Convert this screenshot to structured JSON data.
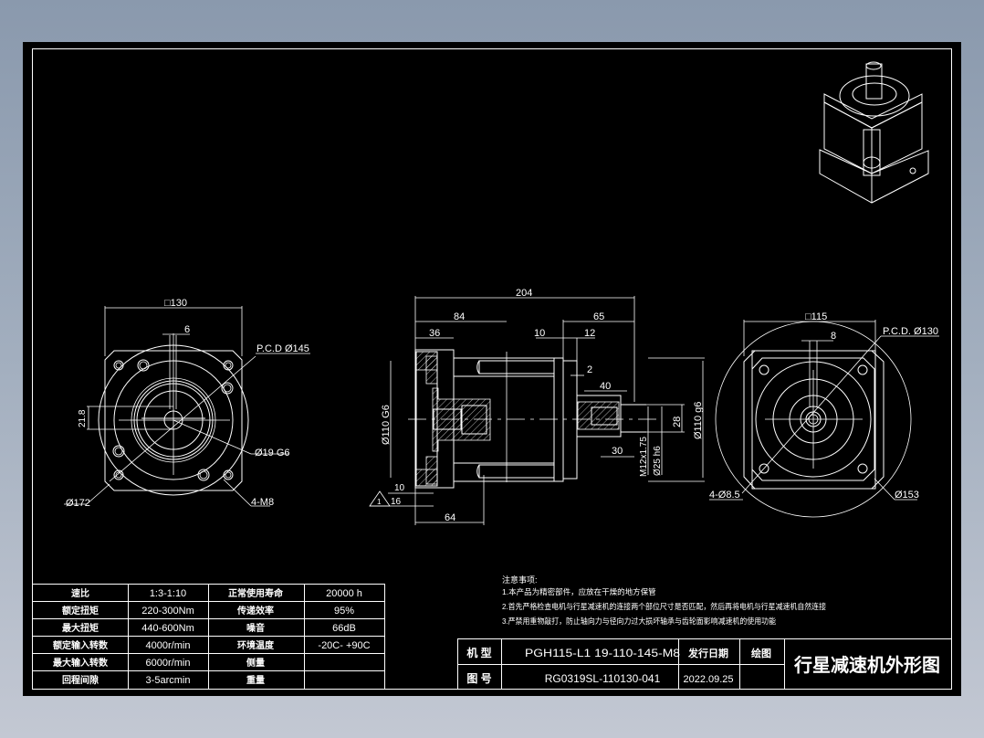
{
  "drawing": {
    "title": "行星减速机外形图",
    "colors": {
      "background": "#000000",
      "line": "#ffffff",
      "canvas_top": "#8a99ad",
      "canvas_bottom": "#c3c8d3"
    },
    "front_view_left": {
      "square": "□130",
      "key_width": "6",
      "pcd": "P.C.D  Ø145",
      "bore": "Ø19 G6",
      "shaft_height": "21.8",
      "outer_dia": "Ø172",
      "holes": "4-M8"
    },
    "side_view": {
      "overall_length": "204",
      "dim_84": "84",
      "dim_65": "65",
      "dim_36": "36",
      "dim_10_top": "10",
      "dim_12": "12",
      "dim_2": "2",
      "dim_40": "40",
      "dim_30": "30",
      "dim_28": "28",
      "input_dia": "Ø110 G6",
      "output_dia": "Ø110 g6",
      "thread": "M12x1.75",
      "shaft_dia": "Ø25 h6",
      "dim_10_bottom": "10",
      "dim_16": "16",
      "dim_64": "64",
      "datum": "1"
    },
    "front_view_right": {
      "square": "□115",
      "key_width": "8",
      "pcd": "P.C.D.  Ø130",
      "holes": "4-Ø8.5",
      "outer_dia": "Ø153"
    },
    "notes": {
      "heading": "注意事项:",
      "items": [
        "1.本产品为精密部件，应放在干燥的地方保管",
        "2.首先严格检查电机与行星减速机的连接两个部位尺寸是否匹配，然后再将电机与行星减速机自然连接",
        "3.严禁用重物敲打，防止轴向力与径向力过大损坏轴承与齿轮面影响减速机的使用功能"
      ]
    },
    "spec_table": {
      "rows": [
        {
          "label1": "速比",
          "value1": "1:3-1:10",
          "label2": "正常使用寿命",
          "value2": "20000 h"
        },
        {
          "label1": "额定扭矩",
          "value1": "220-300Nm",
          "label2": "传递效率",
          "value2": "95%"
        },
        {
          "label1": "最大扭矩",
          "value1": "440-600Nm",
          "label2": "噪音",
          "value2": "66dB"
        },
        {
          "label1": "额定输入转数",
          "value1": "4000r/min",
          "label2": "环境温度",
          "value2": "-20C- +90C"
        },
        {
          "label1": "最大输入转数",
          "value1": "6000r/min",
          "label2": "侧量",
          "value2": ""
        },
        {
          "label1": "回程间隙",
          "value1": "3-5arcmin",
          "label2": "重量",
          "value2": ""
        }
      ]
    },
    "title_block": {
      "model_label": "机 型",
      "model_value": "PGH115-L1 19-110-145-M8",
      "drawing_no_label": "图 号",
      "drawing_no_value": "RG0319SL-110130-041",
      "date_label": "发行日期",
      "date_value": "2022.09.25",
      "drawn_label": "绘图",
      "drawn_value": "",
      "title": "行星减速机外形图"
    }
  }
}
